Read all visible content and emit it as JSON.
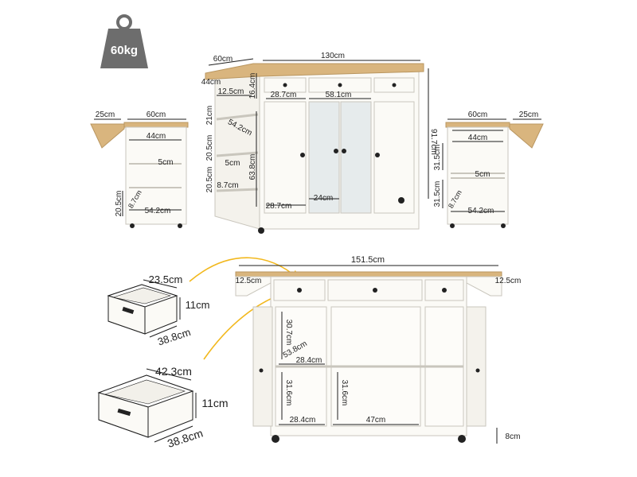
{
  "weight_badge": {
    "label": "60kg",
    "color": "#6d6d6d",
    "icon": "weight-icon"
  },
  "colors": {
    "body": "#fbfaf6",
    "outline": "#c9c6bd",
    "top": "#d9b57e",
    "arrow": "#f2b81d",
    "dim": "#1e1e1e",
    "glass": "#e6ebec"
  },
  "front_view": {
    "depth": "60cm",
    "width": "130cm",
    "top_drawer_height": "16.4cm",
    "height": "91.7cm",
    "side_shelf_width": "44cm",
    "side_shelf_inset": "12.5cm",
    "left_cabinet_width": "28.7cm",
    "center_cabinet_width": "58.1cm",
    "shelf_gap_1": "21cm",
    "shelf_depth": "54.2cm",
    "shelf_gap_2": "20.5cm",
    "shelf_gap_3": "20.5cm",
    "shelf_lip": "5cm",
    "side_lip": "8.7cm",
    "cabinet_height": "63.8cm",
    "bottom_left_width": "28.7cm",
    "bottom_center_width": "24cm"
  },
  "left_side_view": {
    "leaf_width": "25cm",
    "depth": "60cm",
    "inner_width": "44cm",
    "lip": "5cm",
    "bottom_gap": "20.5cm",
    "side_lip": "8.7cm",
    "bottom_depth": "54.2cm"
  },
  "right_side_view": {
    "depth": "60cm",
    "leaf_width": "25cm",
    "inner_width": "44cm",
    "upper_gap": "31.5cm",
    "lip": "5cm",
    "lower_gap": "31.5cm",
    "side_lip": "8.7cm",
    "bottom_depth": "54.2cm"
  },
  "small_drawer": {
    "width": "23.5cm",
    "height": "11cm",
    "depth": "38.8cm"
  },
  "large_drawer": {
    "width": "42.3cm",
    "height": "11cm",
    "depth": "38.8cm"
  },
  "open_view": {
    "total_width": "151.5cm",
    "left_leaf": "12.5cm",
    "right_leaf": "12.5cm",
    "upper_height": "30.7cm",
    "inner_depth": "53.8cm",
    "left_shelf_width": "28.4cm",
    "lower_height": "31.6cm",
    "center_height": "31.6cm",
    "left_bottom_width": "28.4cm",
    "center_width": "47cm",
    "caster_height": "8cm"
  }
}
